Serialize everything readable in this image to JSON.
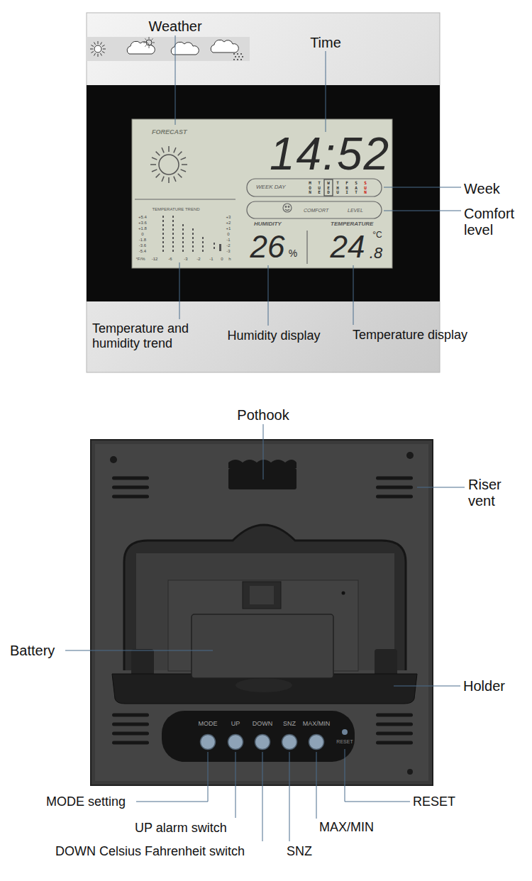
{
  "diagram": {
    "labels": [
      "Weather",
      "Time",
      "FORECAST",
      "14:52",
      "WEEK DAY",
      "MON",
      "TUE",
      "WED",
      "THU",
      "FRI",
      "SAT",
      "SUN",
      "Week",
      "COMFORT",
      "LEVEL",
      "Comfort level",
      "TEMPERATURE TREND",
      "HUMIDITY",
      "TEMPERATURE",
      "+5.4",
      "+3.6",
      "+1.8",
      "0",
      "-1.8",
      "-3.6",
      "-5.4",
      "+3",
      "+2",
      "+1",
      "0",
      "-1",
      "-2",
      "-3",
      "°F/%",
      "-12",
      "-6",
      "-3",
      "-2",
      "-1",
      "0",
      "h",
      "26",
      "%",
      "24",
      ".8",
      "°C",
      "Temperature and humidity trend",
      "Humidity display",
      "Temperature display",
      "Pothook",
      "Riser vent",
      "Battery",
      "Holder",
      "MODE",
      "UP",
      "DOWN",
      "SNZ",
      "MAX/MIN",
      "RESET",
      "MODE setting",
      "RESET",
      "UP alarm switch",
      "MAX/MIN",
      "DOWN Celsius Fahrenheit switch",
      "SNZ"
    ]
  }
}
